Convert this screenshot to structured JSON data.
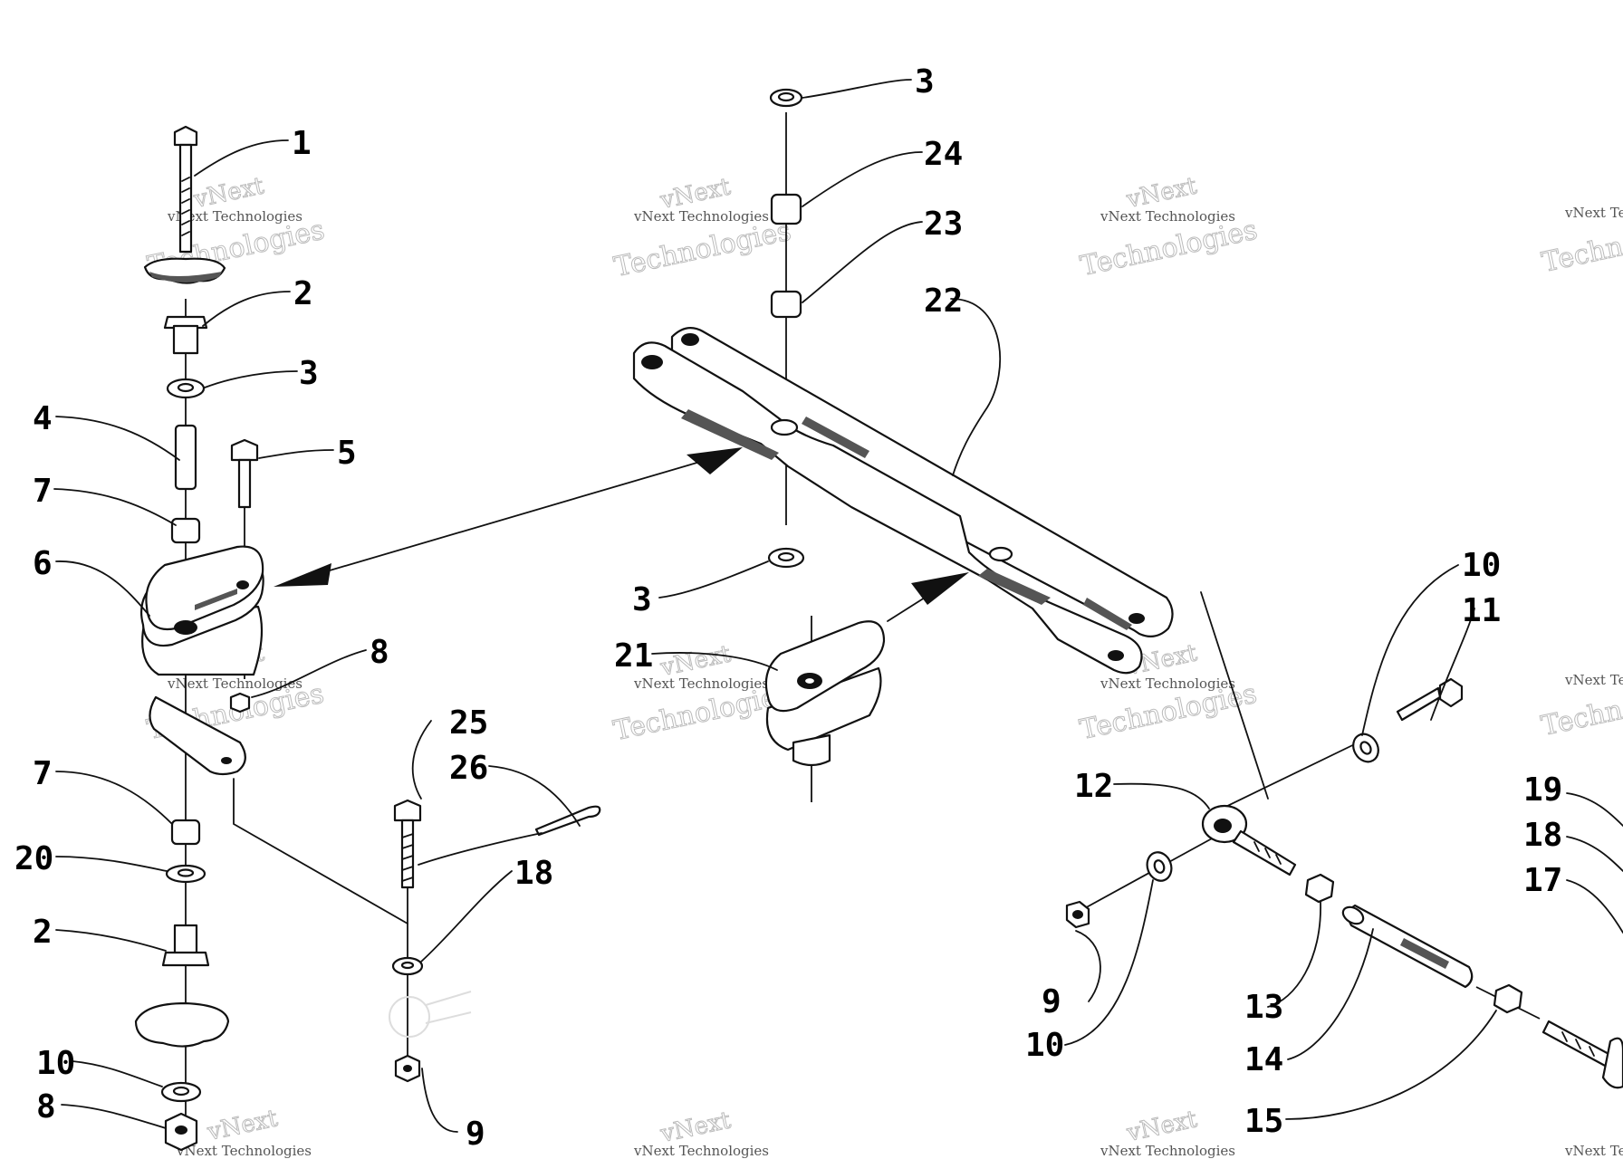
{
  "watermark": {
    "brand": "vNext",
    "line": "vNext Technologies",
    "big": "Technologies"
  },
  "callouts": [
    {
      "id": "c1",
      "label": "1"
    },
    {
      "id": "c2a",
      "label": "2"
    },
    {
      "id": "c3a",
      "label": "3"
    },
    {
      "id": "c4",
      "label": "4"
    },
    {
      "id": "c5",
      "label": "5"
    },
    {
      "id": "c7a",
      "label": "7"
    },
    {
      "id": "c6",
      "label": "6"
    },
    {
      "id": "c8a",
      "label": "8"
    },
    {
      "id": "c7b",
      "label": "7"
    },
    {
      "id": "c20",
      "label": "20"
    },
    {
      "id": "c2b",
      "label": "2"
    },
    {
      "id": "c10a",
      "label": "10"
    },
    {
      "id": "c8b",
      "label": "8"
    },
    {
      "id": "c25",
      "label": "25"
    },
    {
      "id": "c26",
      "label": "26"
    },
    {
      "id": "c18a",
      "label": "18"
    },
    {
      "id": "c9a",
      "label": "9"
    },
    {
      "id": "c3b",
      "label": "3"
    },
    {
      "id": "c24",
      "label": "24"
    },
    {
      "id": "c23",
      "label": "23"
    },
    {
      "id": "c22",
      "label": "22"
    },
    {
      "id": "c3c",
      "label": "3"
    },
    {
      "id": "c21",
      "label": "21"
    },
    {
      "id": "c10b",
      "label": "10"
    },
    {
      "id": "c11",
      "label": "11"
    },
    {
      "id": "c12",
      "label": "12"
    },
    {
      "id": "c9b",
      "label": "9"
    },
    {
      "id": "c10c",
      "label": "10"
    },
    {
      "id": "c13",
      "label": "13"
    },
    {
      "id": "c14",
      "label": "14"
    },
    {
      "id": "c15",
      "label": "15"
    },
    {
      "id": "c19",
      "label": "19"
    },
    {
      "id": "c18b",
      "label": "18"
    },
    {
      "id": "c17",
      "label": "17"
    }
  ]
}
